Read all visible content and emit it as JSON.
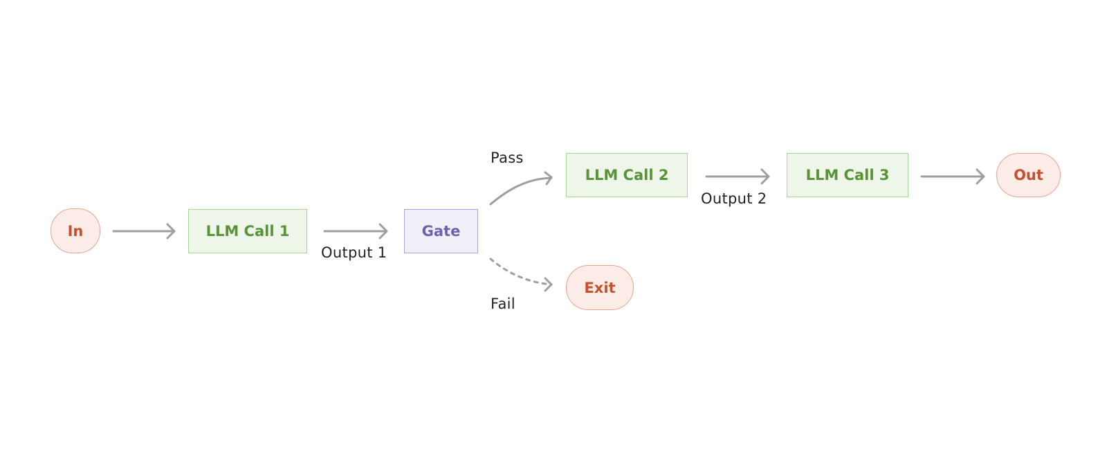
{
  "colors": {
    "terminal_fill": "#fbece7",
    "terminal_border": "#e6a48e",
    "terminal_text": "#c4502e",
    "llm_fill": "#eef5e9",
    "llm_border": "#a6d392",
    "llm_text": "#5a9238",
    "gate_fill": "#f1f0f8",
    "gate_border": "#a9a3dc",
    "gate_text": "#6a63b0",
    "arrow": "#9e9e9e",
    "label_text": "#222222"
  },
  "nodes": {
    "input": "In",
    "llm_call_1": "LLM Call 1",
    "gate": "Gate",
    "llm_call_2": "LLM Call 2",
    "llm_call_3": "LLM Call 3",
    "output": "Out",
    "exit": "Exit"
  },
  "edge_labels": {
    "output_1": "Output 1",
    "output_2": "Output 2",
    "pass": "Pass",
    "fail": "Fail"
  }
}
